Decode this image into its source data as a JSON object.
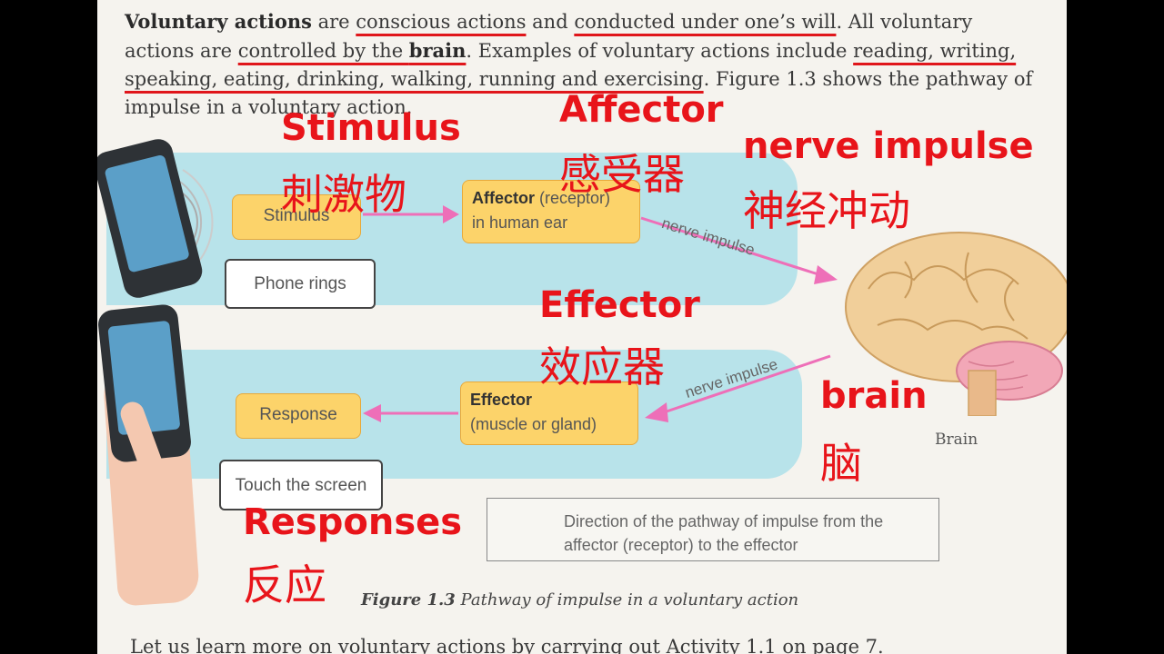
{
  "paragraph": {
    "s1": "Voluntary actions",
    "s2": " are ",
    "s3": "conscious actions",
    "s4": " and ",
    "s5": "conducted under one’s will",
    "s6": ". All voluntary actions are ",
    "s7": "controlled by the ",
    "s8": "brain",
    "s9": ". Examples of voluntary actions include ",
    "s10": "reading, writing, speaking, eating, drinking, walking, running and exercising",
    "s11": ". Figure 1.3 shows the pathway of impulse in a voluntary action."
  },
  "diagram": {
    "stimulus_box": "Stimulus",
    "phone_rings": "Phone rings",
    "affector_bold": "Affector",
    "affector_rest": " (receptor)",
    "affector_line2": "in human ear",
    "nerve_impulse_1": "nerve impulse",
    "nerve_impulse_2": "nerve impulse",
    "effector_bold": "Effector",
    "effector_line2": "(muscle or gland)",
    "response_box": "Response",
    "touch_screen": "Touch the screen",
    "brain_label": "Brain"
  },
  "legend": {
    "line1": "Direction of the pathway of impulse from the",
    "line2": "affector (receptor) to the effector"
  },
  "caption": {
    "figure": "Figure 1.3",
    "text": "Pathway of impulse in a voluntary action"
  },
  "bottom_text": "Let us learn more on voluntary actions by carrying out Activity 1.1 on page 7.",
  "annotations": {
    "stimulus_en": "Stimulus",
    "stimulus_zh": "刺激物",
    "affector_en": "Affector",
    "affector_zh": "感受器",
    "nerve_en": "nerve impulse",
    "nerve_zh": "神经冲动",
    "effector_en": "Effector",
    "effector_zh": "效应器",
    "brain_en": "brain",
    "brain_zh": "脑",
    "responses_en": "Responses",
    "responses_zh": "反应"
  },
  "colors": {
    "annotation_red": "#e8141a",
    "band_blue": "#b8e3ea",
    "box_yellow": "#fcd36a",
    "arrow_pink": "#ee6fb8"
  }
}
